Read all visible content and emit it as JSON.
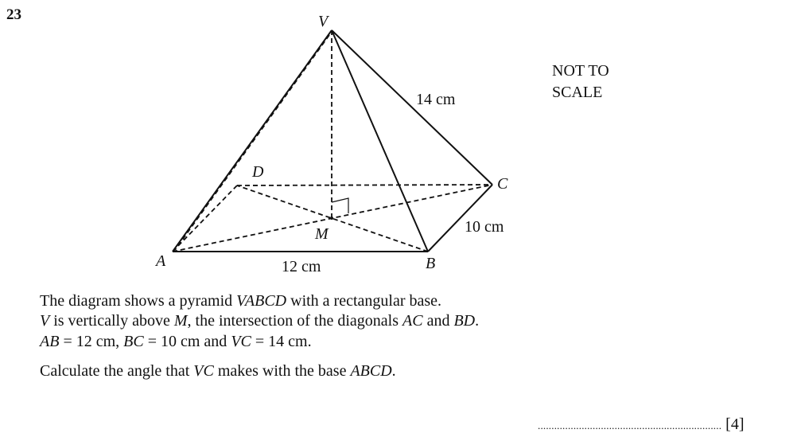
{
  "question_number": "23",
  "diagram": {
    "vertex_labels": {
      "V": "V",
      "A": "A",
      "B": "B",
      "C": "C",
      "D": "D",
      "M": "M"
    },
    "edge_labels": {
      "VC": "14 cm",
      "AB": "12 cm",
      "BC": "10 cm"
    },
    "note_line1": "NOT TO",
    "note_line2": "SCALE"
  },
  "text_lines": [
    [
      {
        "t": "The diagram shows a pyramid "
      },
      {
        "t": "VABCD",
        "i": true
      },
      {
        "t": " with a rectangular base."
      }
    ],
    [
      {
        "t": "V",
        "i": true
      },
      {
        "t": " is vertically above "
      },
      {
        "t": "M",
        "i": true
      },
      {
        "t": ", the intersection of the diagonals "
      },
      {
        "t": "AC",
        "i": true
      },
      {
        "t": " and "
      },
      {
        "t": "BD",
        "i": true
      },
      {
        "t": "."
      }
    ],
    [
      {
        "t": "AB",
        "i": true
      },
      {
        "t": " = 12 cm, "
      },
      {
        "t": "BC",
        "i": true
      },
      {
        "t": " = 10 cm and "
      },
      {
        "t": "VC",
        "i": true
      },
      {
        "t": " = 14 cm."
      }
    ],
    [
      {
        "t": "Calculate the angle that "
      },
      {
        "t": "VC",
        "i": true
      },
      {
        "t": " makes with the base "
      },
      {
        "t": "ABCD",
        "i": true
      },
      {
        "t": "."
      }
    ]
  ],
  "answer": {
    "dots": "...................................................................",
    "marks": "[4]"
  }
}
